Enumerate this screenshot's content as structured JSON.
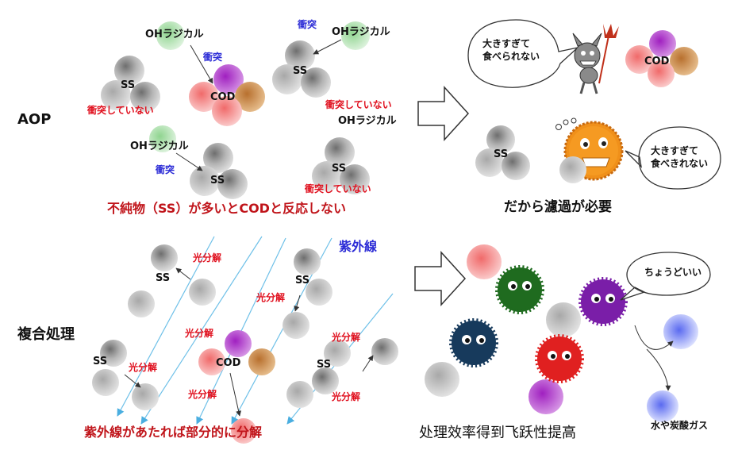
{
  "labels": {
    "aop": "AOP",
    "combined": "複合処理",
    "oh_radical": "OHラジカル",
    "collision": "衝突",
    "no_collision": "衝突していない",
    "ss": "SS",
    "cod": "COD",
    "photolysis": "光分解",
    "uv": "紫外線",
    "too_big_eat": "大きすぎて\n食べられない",
    "too_big_eat2": "大きすぎて\n食べきれない",
    "just_right": "ちょうどいい",
    "water_co2": "水や炭酸ガス"
  },
  "conclusions": {
    "aop_problem": "不純物（SS）が多いとCODと反応しない",
    "filtration": "だから濾過が必要",
    "uv_partial": "紫外線があたれば部分的に分解",
    "efficiency": "处理效率得到飞跃性提高"
  },
  "colors": {
    "ss_gray": "#b8b8b8",
    "oh_green": "#a8dca8",
    "cod_purple": "#b23cc8",
    "cod_red": "#f08a8a",
    "cod_brown": "#c88a4a",
    "uv_line": "#6ec0e8",
    "microbe_green": "#1f6b1f",
    "microbe_navy": "#173a5c",
    "microbe_red": "#e02020",
    "microbe_purple": "#7a1ea8",
    "monster_orange": "#f0901a",
    "dark_red_text": "#c0141a"
  },
  "icons": [
    "arrow-right-icon",
    "devil-icon",
    "orange-monster-icon",
    "microbe-icon",
    "speech-bubble-icon"
  ]
}
